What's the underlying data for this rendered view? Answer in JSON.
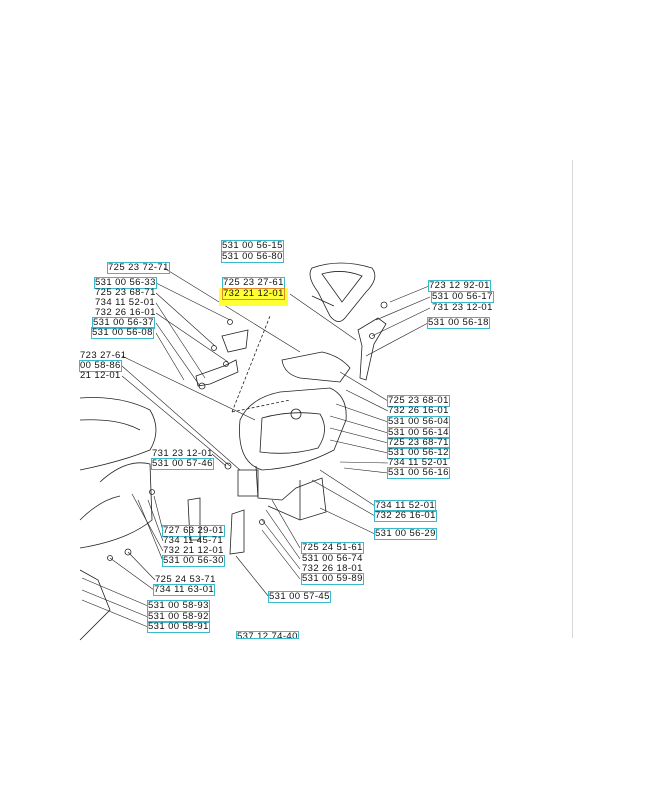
{
  "colors": {
    "highlight_box": "#3bb8cc",
    "selected_fill": "#ffff33",
    "selected_border": "#e08a2a"
  },
  "labels": [
    {
      "text": "531 00 56-15",
      "boxed": true
    },
    {
      "text": "531 00 56-80",
      "boxed": true
    },
    {
      "text": "725 23 72-71",
      "boxed": true
    },
    {
      "text": "725 23 27-61",
      "boxed": true
    },
    {
      "text": "732 21 12-01",
      "boxed": false,
      "selected": true
    },
    {
      "text": "531 00 56-33",
      "boxed": true
    },
    {
      "text": "725 23 68-71",
      "boxed": false
    },
    {
      "text": "734 11 52-01",
      "boxed": false
    },
    {
      "text": "732 26 16-01",
      "boxed": false
    },
    {
      "text": "531 00 56-37",
      "boxed": true
    },
    {
      "text": "531 00 56-08",
      "boxed": true
    },
    {
      "text": "723 27-61",
      "boxed": false
    },
    {
      "text": "00 58-86",
      "boxed": true
    },
    {
      "text": "21 12-01",
      "boxed": false
    },
    {
      "text": "723 12 92-01",
      "boxed": true
    },
    {
      "text": "531 00 56-17",
      "boxed": true
    },
    {
      "text": "731 23 12-01",
      "boxed": false
    },
    {
      "text": "531 00 56-18",
      "boxed": true
    },
    {
      "text": "725 23 68-01",
      "boxed": true
    },
    {
      "text": "732 26 16-01",
      "boxed": false
    },
    {
      "text": "531 00 56-04",
      "boxed": true
    },
    {
      "text": "531 00 56-14",
      "boxed": true
    },
    {
      "text": "725 23 68-71",
      "boxed": true
    },
    {
      "text": "531 00 56-12",
      "boxed": true
    },
    {
      "text": "734 11 52-01",
      "boxed": false
    },
    {
      "text": "531 00 56-16",
      "boxed": true
    },
    {
      "text": "734 11 52-01",
      "boxed": true
    },
    {
      "text": "732 26 16-01",
      "boxed": true
    },
    {
      "text": "531 00 56-29",
      "boxed": true
    },
    {
      "text": "731 23 12-01",
      "boxed": false
    },
    {
      "text": "531 00 57-46",
      "boxed": true
    },
    {
      "text": "727 63 29-01",
      "boxed": true
    },
    {
      "text": "734 11 45-71",
      "boxed": false
    },
    {
      "text": "732 21 12-01",
      "boxed": false
    },
    {
      "text": "531 00 56-30",
      "boxed": true
    },
    {
      "text": "725 24 53-71",
      "boxed": false
    },
    {
      "text": "734 11 63-01",
      "boxed": true
    },
    {
      "text": "531 00 58-93",
      "boxed": true
    },
    {
      "text": "531 00 58-92",
      "boxed": true
    },
    {
      "text": "531 00 58-91",
      "boxed": true
    },
    {
      "text": "531 00 57-45",
      "boxed": true
    },
    {
      "text": "725 24 51-61",
      "boxed": true
    },
    {
      "text": "531 00 56-74",
      "boxed": false
    },
    {
      "text": "732 26 18-01",
      "boxed": false
    },
    {
      "text": "531 00 59-89",
      "boxed": true
    },
    {
      "text": "537 12 74-40",
      "boxed": true
    }
  ]
}
